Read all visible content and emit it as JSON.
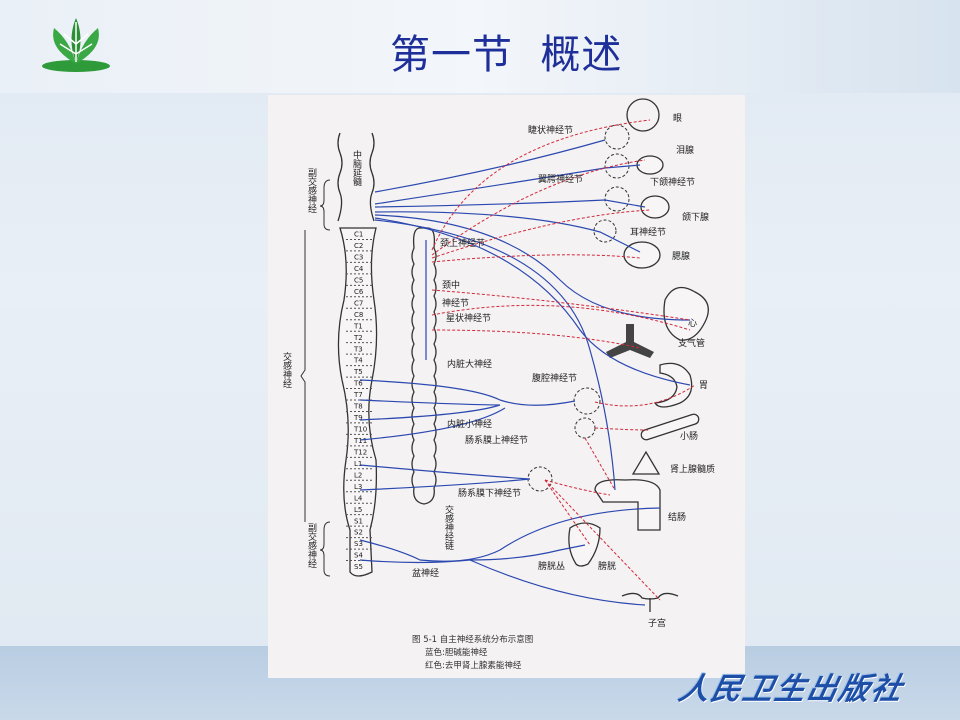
{
  "slide": {
    "title": "第一节  概述",
    "publisher": "人民卫生出版社"
  },
  "figure": {
    "regions": {
      "midbrain_medulla": "中脑延髓",
      "parasympathetic_cranial": "副交感神经",
      "sympathetic": "交感神经",
      "parasympathetic_sacral": "副交感神经",
      "sympathetic_chain": "交感神经链"
    },
    "segments": [
      "C1",
      "C2",
      "C3",
      "C4",
      "C5",
      "C6",
      "C7",
      "C8",
      "T1",
      "T2",
      "T3",
      "T4",
      "T5",
      "T6",
      "T7",
      "T8",
      "T9",
      "T10",
      "T11",
      "T12",
      "L1",
      "L2",
      "L3",
      "L4",
      "L5",
      "S1",
      "S2",
      "S3",
      "S4",
      "S5"
    ],
    "labels": {
      "ciliary_ganglion": "睫状神经节",
      "eye": "眼",
      "lacrimal_gland": "泪腺",
      "pterygopalatine_ganglion": "翼腭神经节",
      "submandibular_ganglion": "下颌神经节",
      "submandibular_gland": "颌下腺",
      "otic_ganglion": "耳神经节",
      "parotid_gland": "腮腺",
      "superior_cervical_ganglion": "颈上神经节",
      "middle_cervical_1": "颈中",
      "middle_cervical_2": "神经节",
      "stellate_ganglion": "星状神经节",
      "heart": "心",
      "bronchus": "支气管",
      "greater_splanchnic": "内脏大神经",
      "celiac_ganglion": "腹腔神经节",
      "stomach": "胃",
      "lesser_splanchnic": "内脏小神经",
      "superior_mesenteric_ganglion": "肠系膜上神经节",
      "small_intestine": "小肠",
      "adrenal_medulla": "肾上腺髓质",
      "inferior_mesenteric_ganglion": "肠系膜下神经节",
      "colon": "结肠",
      "vesical_plexus": "膀胱丛",
      "bladder": "膀胱",
      "pelvic_nerve": "盆神经",
      "uterus": "子宫"
    },
    "caption": {
      "title": "图 5-1   自主神经系统分布示意图",
      "blue_legend": "蓝色:胆碱能神经",
      "red_legend": "红色:去甲肾上腺素能神经"
    },
    "colors": {
      "cholinergic": "#2c49b0",
      "noradrenergic": "#d2283a",
      "title": "#1f2f9a"
    }
  }
}
